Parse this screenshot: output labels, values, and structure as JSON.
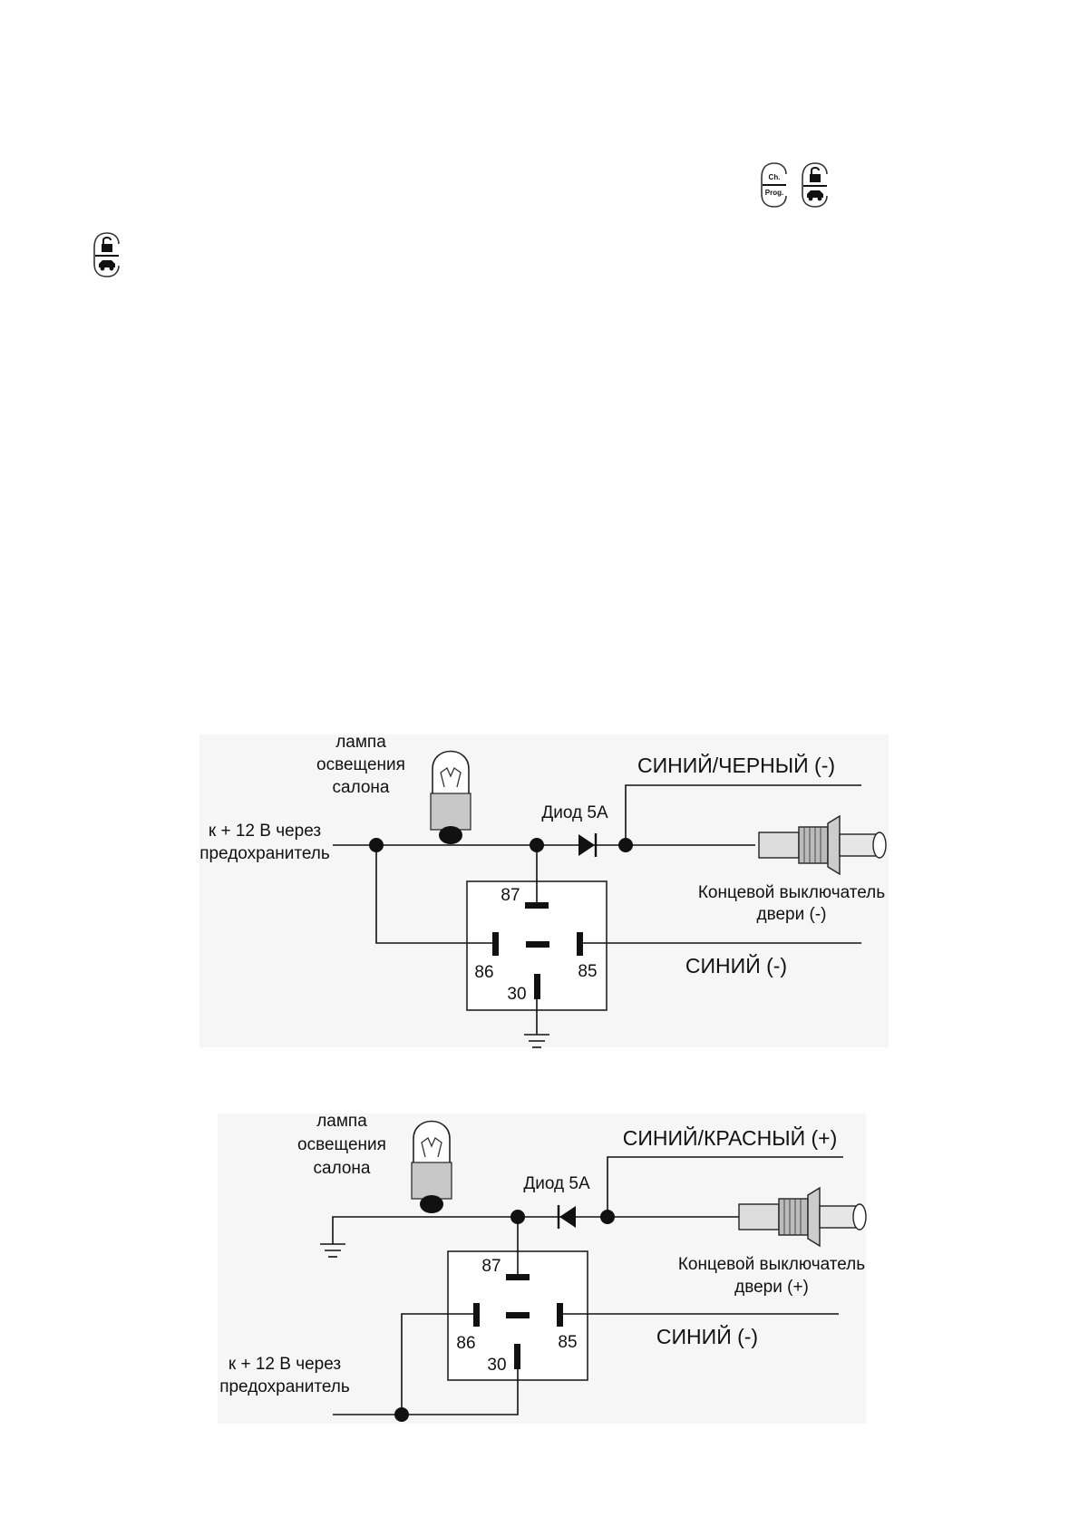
{
  "icons": {
    "top_row": [
      {
        "name": "ch-prog-button-icon",
        "text_top": "Ch.",
        "text_bottom": "Prog."
      },
      {
        "name": "unlock-car-button-icon"
      }
    ],
    "left": {
      "name": "unlock-car-button-icon"
    }
  },
  "diagram1": {
    "lamp_label": [
      "лампа",
      "освещения",
      "салона"
    ],
    "supply_label": [
      "к + 12 В через",
      "предохранитель"
    ],
    "diode_label": "Диод 5А",
    "wire_top_label": "СИНИЙ/ЧЕРНЫЙ (-)",
    "switch_label": [
      "Концевой выключатель",
      "двери (-)"
    ],
    "wire_bottom_label": "СИНИЙ (-)",
    "pins": {
      "p87": "87",
      "p86": "86",
      "p85": "85",
      "p30": "30"
    }
  },
  "diagram2": {
    "lamp_label": [
      "лампа",
      "освещения",
      "салона"
    ],
    "supply_label": [
      "к + 12 В через",
      "предохранитель"
    ],
    "diode_label": "Диод 5А",
    "wire_top_label": "СИНИЙ/КРАСНЫЙ (+)",
    "switch_label": [
      "Концевой выключатель",
      "двери (+)"
    ],
    "wire_bottom_label": "СИНИЙ (-)",
    "pins": {
      "p87": "87",
      "p86": "86",
      "p85": "85",
      "p30": "30"
    }
  }
}
